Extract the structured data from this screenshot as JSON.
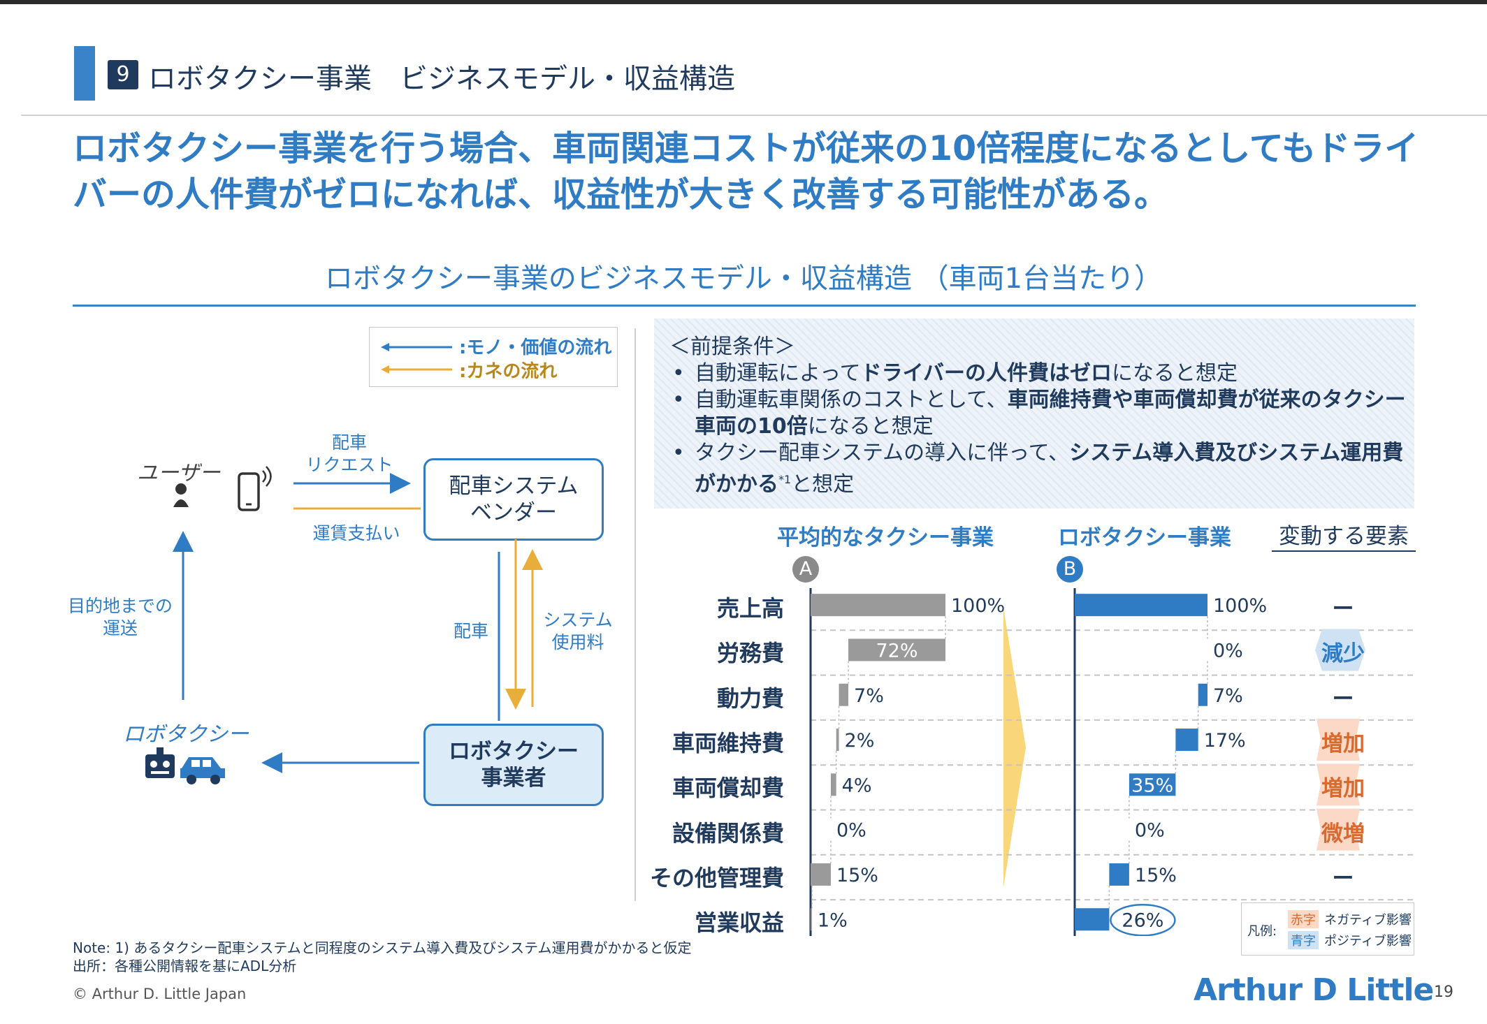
{
  "header": {
    "number": "9",
    "title": "ロボタクシー事業　ビジネスモデル・収益構造"
  },
  "headline": "ロボタクシー事業を行う場合、車両関連コストが従来の10倍程度になるとしてもドライバーの人件費がゼロになれば、収益性が大きく改善する可能性がある。",
  "subtitle": "ロボタクシー事業のビジネスモデル・収益構造 （車両1台当たり）",
  "flow_legend": {
    "goods": ":モノ・価値の流れ",
    "money": ":カネの流れ"
  },
  "diagram": {
    "user": "ユーザー",
    "vendor": "配車システム\nベンダー",
    "robotaxi": "ロボタクシー",
    "operator": "ロボタクシー\n事業者",
    "dispatch_request": "配車\nリクエスト",
    "fare_payment": "運賃支払い",
    "transport": "目的地までの\n運送",
    "dispatch": "配車",
    "system_fee": "システム\n使用料"
  },
  "premise": {
    "title": "＜前提条件＞",
    "items": [
      {
        "a": "自動運転によって",
        "b": "ドライバーの人件費はゼロ",
        "c": "になると想定"
      },
      {
        "a": "自動運転車関係のコストとして、",
        "b": "車両維持費や車両償却費が従来のタクシー車両の10倍",
        "c": "になると想定"
      },
      {
        "a": "タクシー配車システムの導入に伴って、",
        "b": "システム導入費及びシステム運用費がかかる",
        "sup": "*1",
        "c": "と想定"
      }
    ]
  },
  "columns": {
    "a": "平均的なタクシー事業",
    "b": "ロボタクシー事業",
    "effect": "変動する要素",
    "badge_a": "A",
    "badge_b": "B"
  },
  "chart_data": {
    "type": "bar",
    "categories": [
      "売上高",
      "労務費",
      "動力費",
      "車両維持費",
      "車両償却費",
      "設備関係費",
      "その他管理費",
      "営業収益"
    ],
    "series": [
      {
        "name": "平均的なタクシー事業",
        "values": [
          100,
          72,
          7,
          2,
          4,
          0,
          15,
          1
        ],
        "labels": [
          "100%",
          "72%",
          "7%",
          "2%",
          "4%",
          "0%",
          "15%",
          "1%"
        ]
      },
      {
        "name": "ロボタクシー事業",
        "values": [
          100,
          0,
          7,
          17,
          35,
          0,
          15,
          26
        ],
        "labels": [
          "100%",
          "0%",
          "7%",
          "17%",
          "35%",
          "0%",
          "15%",
          "26%"
        ]
      }
    ],
    "effects": [
      "ー",
      "減少",
      "ー",
      "増加",
      "増加",
      "微増",
      "ー",
      ""
    ],
    "ylim": [
      0,
      100
    ]
  },
  "colors": {
    "blue": "#2f7cc4",
    "navy": "#1f3a5c",
    "gray": "#9a9a9a",
    "orange": "#d9692e",
    "gold": "#e8ad3a",
    "chevron": "#f8d679"
  },
  "impact_legend": {
    "label": "凡例:",
    "red_key": "赤字",
    "red_text": "ネガティブ影響",
    "blue_key": "青字",
    "blue_text": "ポジティブ影響"
  },
  "footer": {
    "note": "Note: 1) あるタクシー配車システムと同程度のシステム導入費及びシステム運用費がかかると仮定",
    "source": "出所：各種公開情報を基にADL分析",
    "copyright": "© Arthur D. Little Japan",
    "logo": "Arthur D Little",
    "page": "19"
  }
}
